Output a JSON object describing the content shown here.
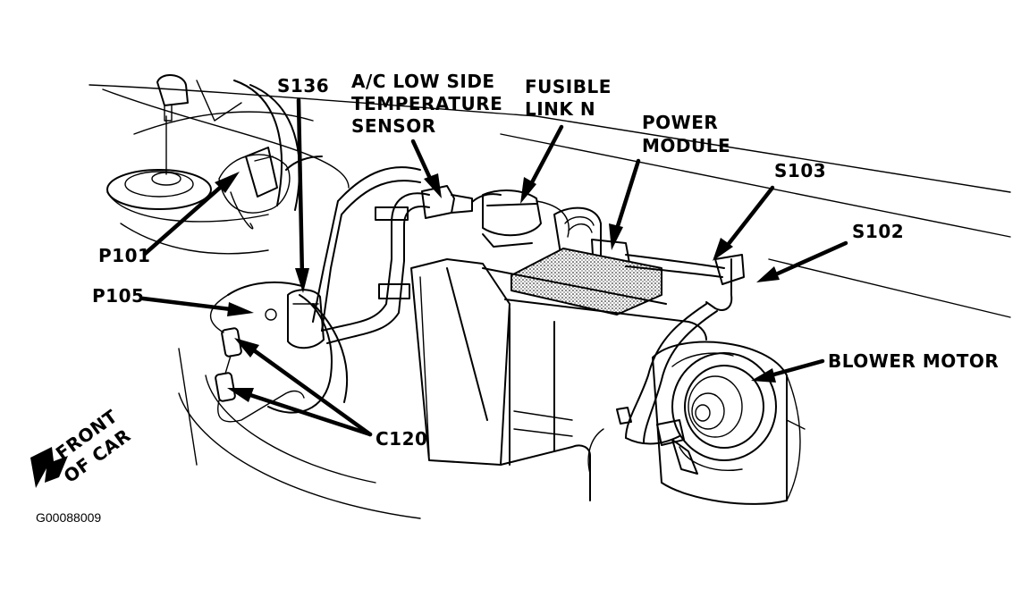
{
  "labels": {
    "s136": "S136",
    "ac_sensor": [
      "A/C LOW SIDE",
      "TEMPERATURE",
      "SENSOR"
    ],
    "fusible_link": [
      "FUSIBLE",
      "LINK N"
    ],
    "power_module": [
      "POWER",
      "MODULE"
    ],
    "s103": "S103",
    "s102": "S102",
    "p101": "P101",
    "p105": "P105",
    "blower_motor": "BLOWER MOTOR",
    "c120": "C120",
    "front_of_car": [
      "FRONT",
      "OF CAR"
    ],
    "figure_code": "G00088009"
  }
}
